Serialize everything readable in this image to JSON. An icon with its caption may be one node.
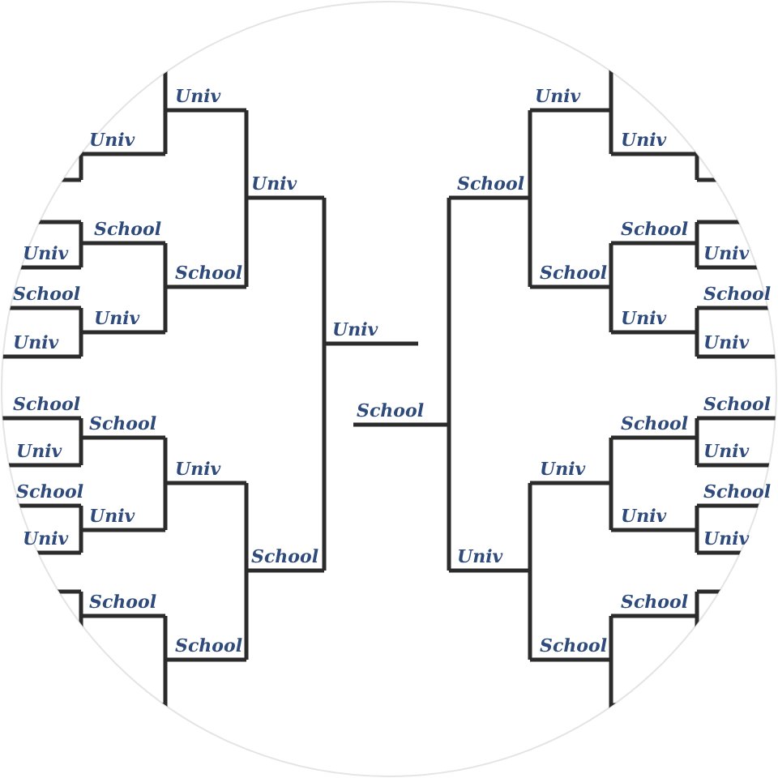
{
  "diagram": {
    "labels": [
      "Univ",
      "Univ",
      "Univ",
      "Univ",
      "Univ",
      "School",
      "School",
      "School",
      "Univ",
      "Univ",
      "School",
      "School",
      "School",
      "School",
      "Univ",
      "Univ",
      "Univ",
      "Univ",
      "Univ",
      "School",
      "School",
      "School",
      "School",
      "School",
      "Univ",
      "Univ",
      "Univ",
      "Univ",
      "School",
      "School",
      "Univ",
      "Univ",
      "Univ",
      "Univ",
      "School",
      "Univ",
      "School",
      "School",
      "School",
      "School"
    ]
  }
}
